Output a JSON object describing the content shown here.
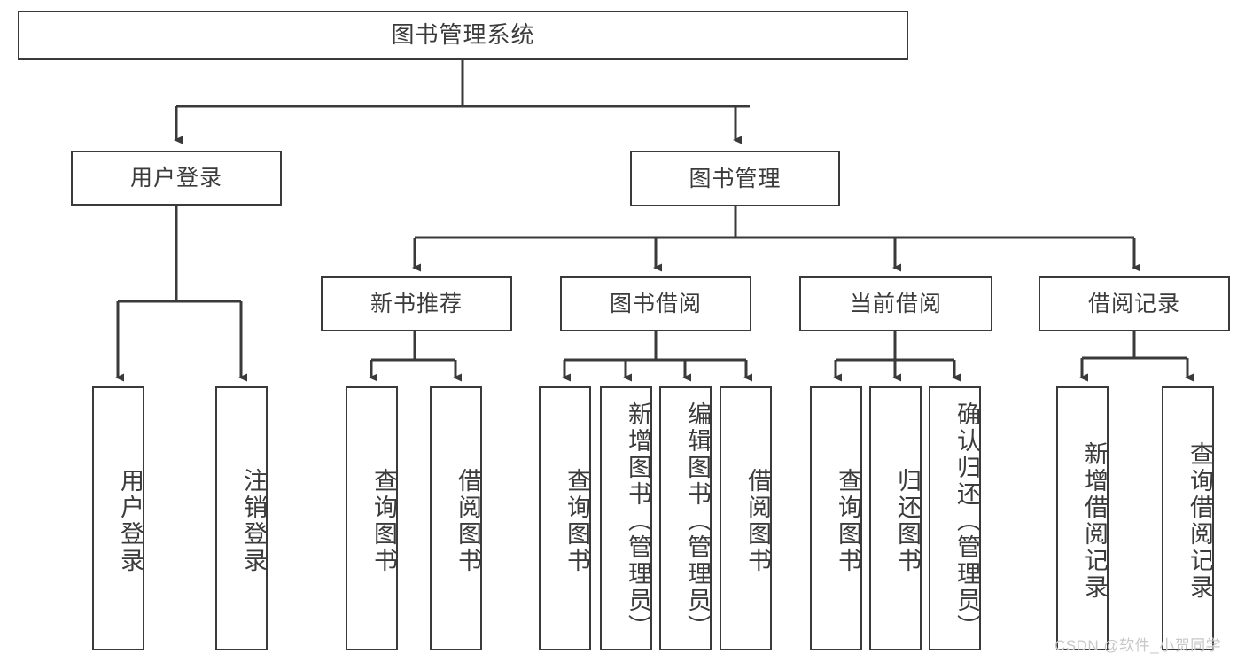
{
  "diagram": {
    "title": "图书管理系统",
    "type": "hierarchy-tree",
    "style": {
      "box_border_color": "#3a3a3a",
      "box_fill_color": "#ffffff",
      "text_color": "#3b3b3b",
      "connector_color": "#3a3a3a",
      "watermark_color": "#c8c8c8"
    },
    "root": {
      "label": "图书管理系统"
    },
    "level2": [
      {
        "id": "user-login",
        "label": "用户登录"
      },
      {
        "id": "book-manage",
        "label": "图书管理"
      }
    ],
    "level3": [
      {
        "id": "new-book-recommend",
        "label": "新书推荐",
        "parent": "book-manage"
      },
      {
        "id": "book-borrow",
        "label": "图书借阅",
        "parent": "book-manage"
      },
      {
        "id": "current-borrow",
        "label": "当前借阅",
        "parent": "book-manage"
      },
      {
        "id": "borrow-record",
        "label": "借阅记录",
        "parent": "book-manage"
      }
    ],
    "leaves": [
      {
        "id": "leaf-user-login",
        "label": "用户登录",
        "parent": "user-login"
      },
      {
        "id": "leaf-logout-login",
        "label": "注销登录",
        "parent": "user-login"
      },
      {
        "id": "leaf-query-book-1",
        "label": "查询图书",
        "parent": "new-book-recommend"
      },
      {
        "id": "leaf-borrow-book-1",
        "label": "借阅图书",
        "parent": "new-book-recommend"
      },
      {
        "id": "leaf-query-book-2",
        "label": "查询图书",
        "parent": "book-borrow"
      },
      {
        "id": "leaf-add-book",
        "label": "新增图书（管理员）",
        "parent": "book-borrow"
      },
      {
        "id": "leaf-edit-book",
        "label": "编辑图书（管理员）",
        "parent": "book-borrow"
      },
      {
        "id": "leaf-borrow-book-2",
        "label": "借阅图书",
        "parent": "book-borrow"
      },
      {
        "id": "leaf-query-book-3",
        "label": "查询图书",
        "parent": "current-borrow"
      },
      {
        "id": "leaf-return-book",
        "label": "归还图书",
        "parent": "current-borrow"
      },
      {
        "id": "leaf-confirm-return",
        "label": "确认归还（管理员）",
        "parent": "current-borrow"
      },
      {
        "id": "leaf-add-record",
        "label": "新增借阅记录",
        "parent": "borrow-record"
      },
      {
        "id": "leaf-query-record",
        "label": "查询借阅记录",
        "parent": "borrow-record"
      }
    ]
  },
  "watermark": {
    "text": "CSDN @软件_小贺同学"
  }
}
